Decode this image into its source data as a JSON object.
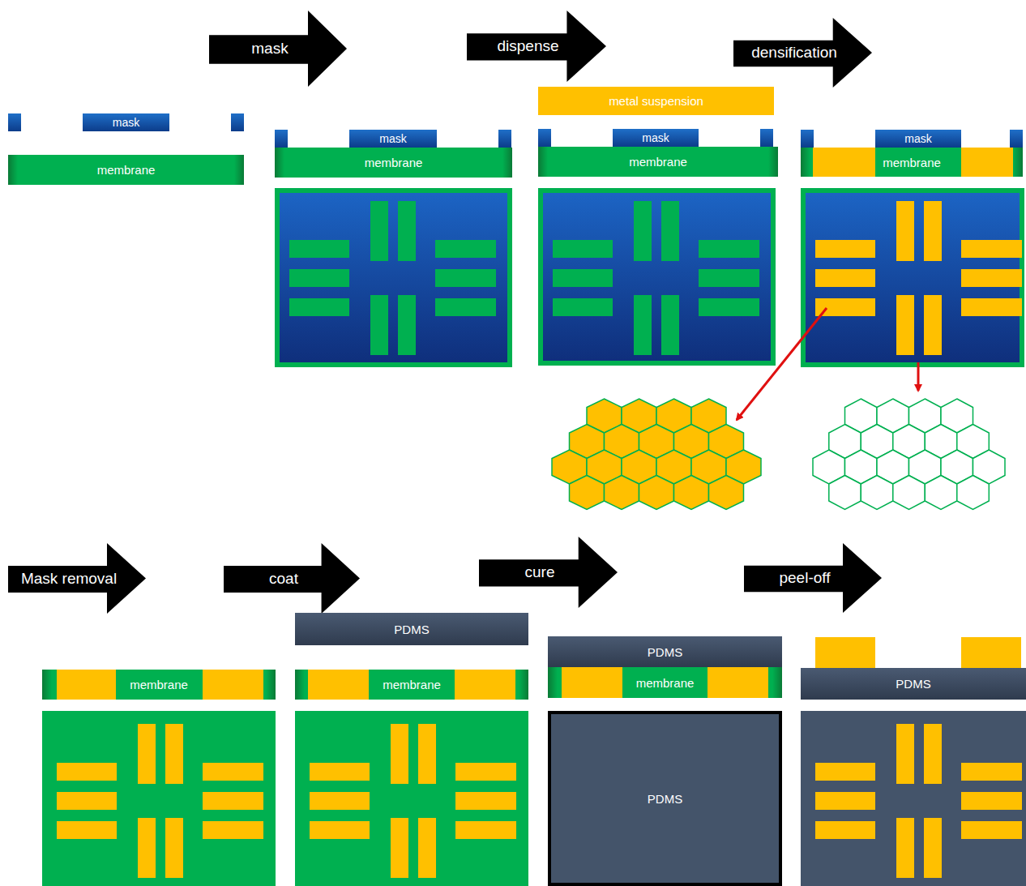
{
  "diagram": {
    "nodes": [
      {
        "text": [
          "mask"
        ]
      },
      {
        "text": [
          "dispense"
        ]
      },
      {
        "text": [
          "densification"
        ]
      },
      {
        "text": [
          "mask"
        ]
      },
      {
        "text": [
          "membrane"
        ]
      },
      {
        "text": [
          "mask"
        ]
      },
      {
        "text": [
          "membrane"
        ]
      },
      {
        "text": [
          "metal suspension"
        ]
      },
      {
        "text": [
          "mask"
        ]
      },
      {
        "text": [
          "membrane"
        ]
      },
      {
        "text": [
          "mask"
        ]
      },
      {
        "text": [
          "membrane"
        ]
      },
      {
        "text": [
          "Mask removal"
        ]
      },
      {
        "text": [
          "coat"
        ]
      },
      {
        "text": [
          "cure"
        ]
      },
      {
        "text": [
          "peel-off"
        ]
      },
      {
        "text": [
          "membrane"
        ]
      },
      {
        "text": [
          "PDMS"
        ]
      },
      {
        "text": [
          "membrane"
        ]
      },
      {
        "text": [
          "PDMS"
        ]
      },
      {
        "text": [
          "membrane"
        ]
      },
      {
        "text": [
          "PDMS"
        ]
      },
      {
        "text": [
          "PDMS"
        ]
      }
    ]
  }
}
